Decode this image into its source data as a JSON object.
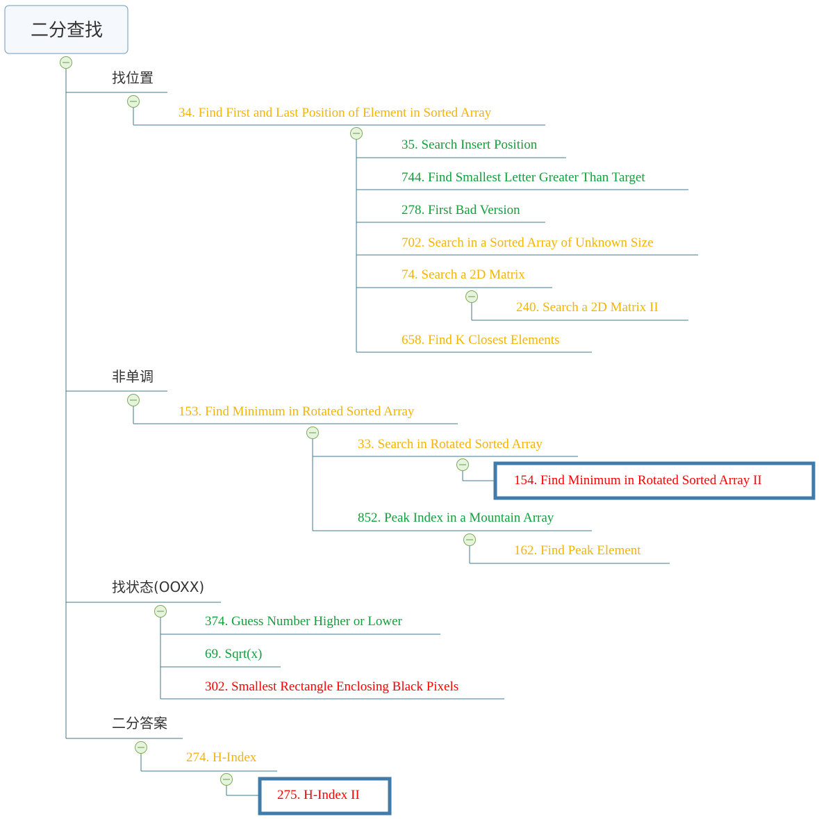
{
  "colors": {
    "line": "#3d7a8c",
    "yellow": "#f5b400",
    "green": "#12a03c",
    "red": "#ff0000",
    "dark": "#333333",
    "highlight_border": "#3f7bab",
    "toggle_fill": "#e6f4dd",
    "toggle_stroke": "#7caa5c",
    "root_fill": "#f5f9fd",
    "root_stroke": "#6b97c2"
  },
  "root": {
    "label": "二分查找"
  },
  "categories": {
    "find_position": "找位置",
    "non_monotonic": "非单调",
    "find_state": "找状态(OOXX)",
    "binary_answer": "二分答案"
  },
  "problems": {
    "p34": "34. Find First and Last Position of Element in Sorted Array",
    "p35": "35. Search Insert Position",
    "p744": "744. Find Smallest Letter Greater Than Target",
    "p278": "278. First Bad Version",
    "p702": "702. Search in a Sorted Array of Unknown Size",
    "p74": "74. Search a 2D Matrix",
    "p240": "240. Search a 2D Matrix II",
    "p658": "658. Find K Closest Elements",
    "p153": "153. Find Minimum in Rotated Sorted Array",
    "p33": "33. Search in Rotated Sorted Array",
    "p154": "154. Find Minimum in Rotated Sorted Array II",
    "p852": "852. Peak Index in a Mountain Array",
    "p162": "162. Find Peak Element",
    "p374": "374. Guess Number Higher or Lower",
    "p69": "69. Sqrt(x)",
    "p302": "302. Smallest Rectangle Enclosing Black Pixels",
    "p274": "274. H-Index",
    "p275": "275. H-Index II"
  }
}
